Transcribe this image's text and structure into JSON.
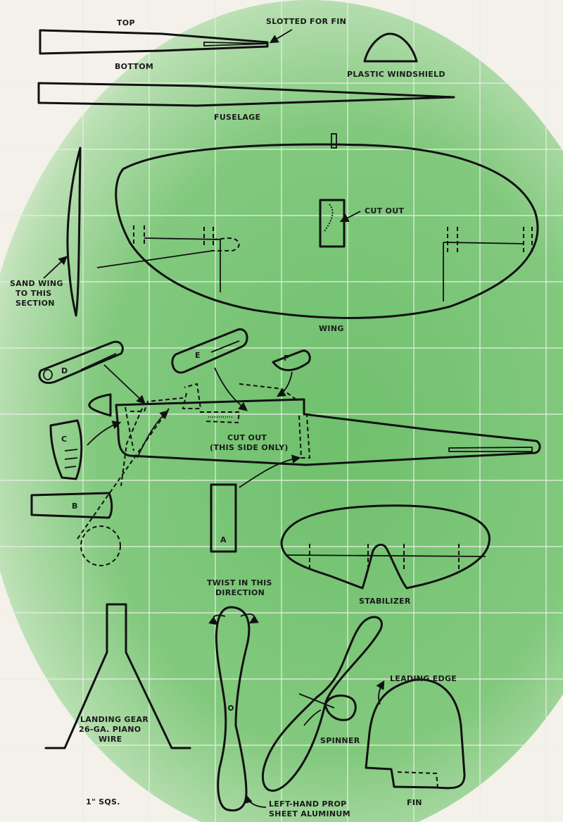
{
  "colors": {
    "background": "#f3f1ea",
    "green": "#7cc47a",
    "ink": "#111111",
    "grid": "#e8efe3"
  },
  "labels": {
    "top": "TOP",
    "slotted_for_fin": "SLOTTED FOR FIN",
    "bottom": "BOTTOM",
    "plastic_windshield": "PLASTIC WINDSHIELD",
    "fuselage": "FUSELAGE",
    "cut_out": "CUT OUT",
    "sand_wing_1": "SAND WING",
    "sand_wing_2": "TO THIS",
    "sand_wing_3": "SECTION",
    "wing": "WING",
    "part_a": "A",
    "part_b": "B",
    "part_c": "C",
    "part_d": "D",
    "part_e": "E",
    "part_f": "F",
    "cut_out_side_1": "CUT OUT",
    "cut_out_side_2": "(THIS SIDE ONLY)",
    "stabilizer": "STABILIZER",
    "twist_1": "TWIST IN THIS",
    "twist_2": "DIRECTION",
    "landing_gear_1": "LANDING GEAR",
    "landing_gear_2": "26-GA. PIANO",
    "landing_gear_3": "WIRE",
    "leading_edge": "LEADING EDGE",
    "spinner": "SPINNER",
    "squares": "1\" SQS.",
    "prop_1": "LEFT-HAND PROP",
    "prop_2": "SHEET ALUMINUM",
    "fin": "FIN"
  }
}
